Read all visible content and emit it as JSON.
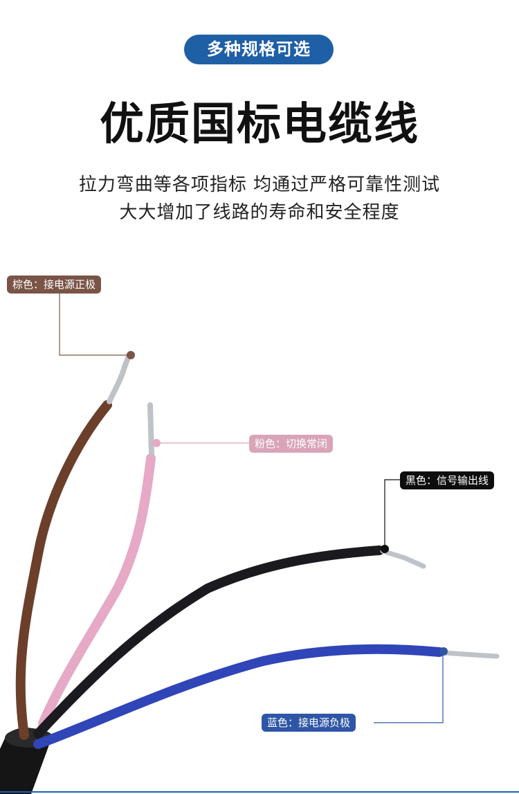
{
  "badge": "多种规格可选",
  "headline": "优质国标电缆线",
  "subtitle": {
    "line1": "拉力弯曲等各项指标 均通过严格可靠性测试",
    "line2": "大大增加了线路的寿命和安全程度"
  },
  "labels": {
    "brown": "棕色：接电源正极",
    "pink": "粉色：切换常闭",
    "black": "黑色：信号输出线",
    "blue": "蓝色：接电源负极"
  },
  "colors": {
    "brand_blue": "#1f5fa6",
    "wire_brown": "#6b3f2a",
    "wire_pink": "#e6a9c6",
    "wire_black": "#1a1a1f",
    "wire_blue": "#2f45b8"
  }
}
